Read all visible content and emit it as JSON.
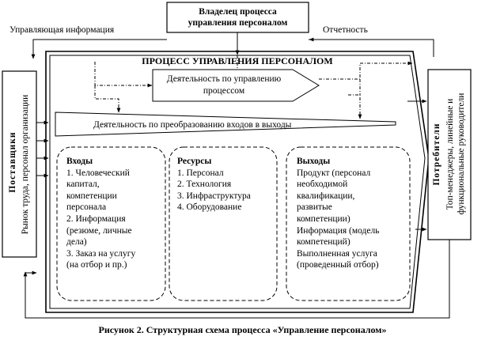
{
  "owner": {
    "line1": "Владелец процесса",
    "line2": "управления персоналом"
  },
  "control_label": "Управляющая информация",
  "report_label": "Отчетность",
  "process_title": "ПРОЦЕСС УПРАВЛЕНИЯ ПЕРСОНАЛОМ",
  "management_activity": {
    "line1": "Деятельность по управлению",
    "line2": "процессом"
  },
  "transform_activity": "Деятельность по преобразованию входов в выходы",
  "suppliers": {
    "title": "Поставщики",
    "line1": "Рынок труда, персонал организации"
  },
  "consumers": {
    "title": "Потребители",
    "line1": "Топ-менеджеры, линейные и",
    "line2": "функциональные руководители"
  },
  "inputs": {
    "title": "Входы",
    "lines": [
      "1. Человеческий",
      "капитал,",
      "компетенции",
      "персонала",
      "2. Информация",
      "(резюме, личные",
      "дела)",
      "3. Заказ на услугу",
      "(на отбор и пр.)"
    ]
  },
  "resources": {
    "title": "Ресурсы",
    "lines": [
      "1. Персонал",
      "2. Технология",
      "3. Инфраструктура",
      "4. Оборудование"
    ]
  },
  "outputs": {
    "title": "Выходы",
    "lines": [
      "Продукт (персонал",
      "необходимой",
      "квалификации,",
      "развитые",
      "компетенции)",
      "Информация (модель",
      "компетенций)",
      "Выполненная услуга",
      "(проведенный отбор)"
    ]
  },
  "caption": "Рисунок 2. Структурная схема процесса «Управление персоналом»"
}
